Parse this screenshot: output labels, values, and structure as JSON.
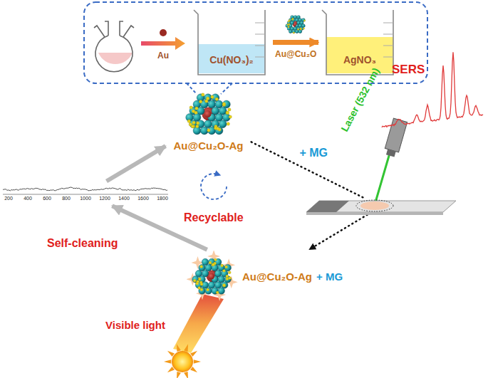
{
  "diagram": {
    "nodes": [
      {
        "text": [
          "Cu(NO₃)₂"
        ]
      },
      {
        "text": [
          "AgNO₃"
        ]
      },
      {
        "text": [
          "Au@Cu₂O-Ag"
        ]
      },
      {
        "text": [
          "200",
          "400",
          "600",
          "800",
          "1000",
          "1200",
          "1400",
          "1600",
          "1800"
        ]
      },
      {
        "text": [
          "SERS"
        ]
      },
      {
        "text": [
          "Au@Cu₂O-Ag",
          "+ MG"
        ]
      }
    ],
    "edges": [
      {
        "from": 0,
        "to": 1,
        "arrow": "to",
        "label": "Au@Cu₂O"
      },
      {
        "from": 2,
        "to": 4,
        "arrow": "none",
        "label": "+ MG"
      },
      {
        "from": 4,
        "to": 5,
        "arrow": "to"
      },
      {
        "from": 5,
        "to": 3,
        "arrow": "to"
      },
      {
        "from": 3,
        "to": 2,
        "arrow": "to"
      }
    ],
    "labels": [
      "Au",
      "Laser (532 nm)",
      "Recyclable",
      "Self-cleaning",
      "Visible light"
    ]
  }
}
